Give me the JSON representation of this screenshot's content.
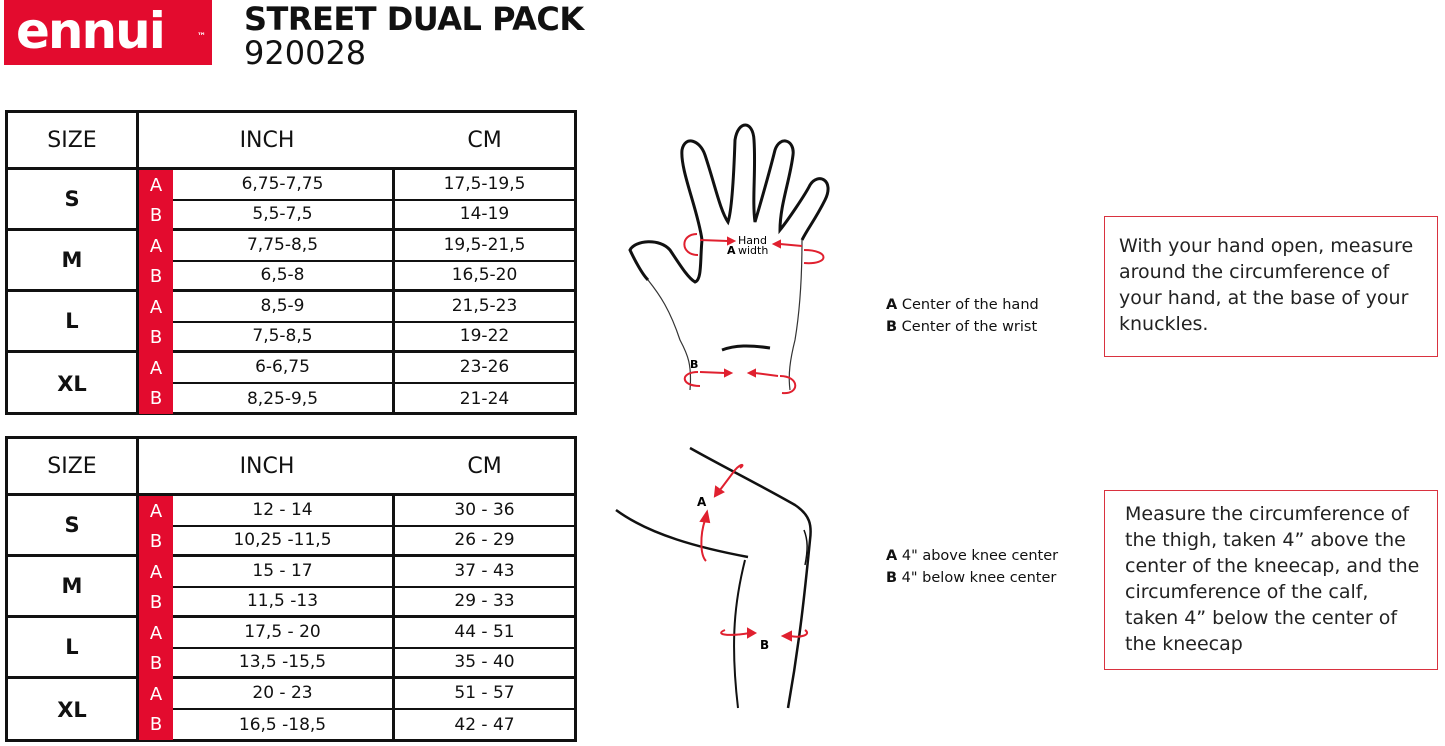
{
  "brand": {
    "logo_text": "ennui",
    "trademark": "™",
    "accent": "#e30b2e"
  },
  "product": {
    "title": "STREET DUAL PACK",
    "code": "920028"
  },
  "headers": {
    "size": "SIZE",
    "inch": "INCH",
    "cm": "CM"
  },
  "table_hand": {
    "rows": [
      {
        "size": "S",
        "a": {
          "inch": "6,75-7,75",
          "cm": "17,5-19,5"
        },
        "b": {
          "inch": "5,5-7,5",
          "cm": "14-19"
        }
      },
      {
        "size": "M",
        "a": {
          "inch": "7,75-8,5",
          "cm": "19,5-21,5"
        },
        "b": {
          "inch": "6,5-8",
          "cm": "16,5-20"
        }
      },
      {
        "size": "L",
        "a": {
          "inch": "8,5-9",
          "cm": "21,5-23"
        },
        "b": {
          "inch": "7,5-8,5",
          "cm": "19-22"
        }
      },
      {
        "size": "XL",
        "a": {
          "inch": "6-6,75",
          "cm": "23-26"
        },
        "b": {
          "inch": "8,25-9,5",
          "cm": "21-24"
        }
      }
    ]
  },
  "table_knee": {
    "rows": [
      {
        "size": "S",
        "a": {
          "inch": "12 - 14",
          "cm": "30 - 36"
        },
        "b": {
          "inch": "10,25 -11,5",
          "cm": "26 - 29"
        }
      },
      {
        "size": "M",
        "a": {
          "inch": "15 - 17",
          "cm": "37 - 43"
        },
        "b": {
          "inch": "11,5 -13",
          "cm": "29 - 33"
        }
      },
      {
        "size": "L",
        "a": {
          "inch": "17,5 - 20",
          "cm": "44 - 51"
        },
        "b": {
          "inch": "13,5 -15,5",
          "cm": "35 - 40"
        }
      },
      {
        "size": "XL",
        "a": {
          "inch": "20 - 23",
          "cm": "51 - 57"
        },
        "b": {
          "inch": "16,5 -18,5",
          "cm": "42 - 47"
        }
      }
    ]
  },
  "letters": {
    "a": "A",
    "b": "B"
  },
  "hand": {
    "label_line1": "Hand",
    "label_a": "A",
    "label_line2": "width",
    "label_b": "B",
    "legend_a_letter": "A",
    "legend_a": "Center of the hand",
    "legend_b_letter": "B",
    "legend_b": "Center of the wrist",
    "instructions": "With your hand open, measure around the circumference of your hand, at the base of your knuckles."
  },
  "knee": {
    "label_a": "A",
    "label_b": "B",
    "legend_a_letter": "A",
    "legend_a": "4\" above knee center",
    "legend_b_letter": "B",
    "legend_b": "4\" below knee center",
    "instructions": "Measure the circumference of the thigh, taken 4” above the center of the kneecap, and the circumference of the calf, taken 4” below the center of the kneecap"
  }
}
